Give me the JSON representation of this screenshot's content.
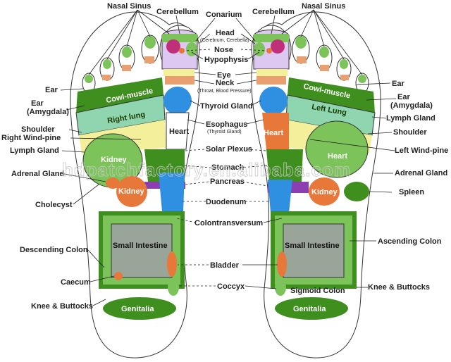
{
  "labels": {
    "nasal_sinus_left": "Nasal Sinus",
    "cerebellum_left": "Cerebellum",
    "conarium": "Conarium",
    "cerebellum_right": "Cerebellum",
    "nasal_sinus_right": "Nasal Sinus",
    "head": "Head",
    "head_sub": "(Cerebrum, Cerebella)",
    "nose": "Nose",
    "hypophysis": "Hypophysis",
    "eye": "Eye",
    "neck": "Neck",
    "neck_sub": "(Throat, Blood Pressure)",
    "ear_left": "Ear",
    "ear_amygdala_left_1": "Ear",
    "ear_amygdala_left_2": "(Amygdala)",
    "ear_right": "Ear",
    "ear_amygdala_right_1": "Ear",
    "ear_amygdala_right_2": "(Amygdala)",
    "thyroid_gland": "Thyroid Gland",
    "lymph_gland_right": "Lymph Gland",
    "shoulder_left": "Shoulder",
    "shoulder_right": "Shoulder",
    "right_wind_pine": "Right Wind-pine",
    "esophagus": "Esophagus",
    "esophagus_sub": "(Thyroid Gland)",
    "lymph_gland_left": "Lymph Gland",
    "solar_plexus": "Solar Plexus",
    "left_wind_pine": "Left Wind-pine",
    "adrenal_gland_left": "Adrenal Gland",
    "stomach": "Stomach",
    "pancreas": "Pancreas",
    "adrenal_gland_right": "Adrenal Gland",
    "spleen": "Spleen",
    "cholecyst": "Cholecyst",
    "duodenum": "Duodenum",
    "colontransversum": "Colontransversum",
    "descending_colon": "Descending Colon",
    "ascending_colon": "Ascending Colon",
    "bladder": "Bladder",
    "caecum": "Caecum",
    "coccyx": "Coccyx",
    "knee_buttocks_left": "Knee & Buttocks",
    "knee_buttocks_right": "Knee & Buttocks",
    "sigmoid_colon": "Sigmoid Colon"
  },
  "foot_regions": {
    "left_foot": {
      "cowl_muscle": "Cowl-muscle",
      "lung": "Right lung",
      "heart": "Heart",
      "kidney": "Kidney",
      "kidney2": "Kidney",
      "small_intestine": "Small Intestine",
      "genitalia": "Genitalia"
    },
    "right_foot": {
      "cowl_muscle": "Cowl-muscle",
      "lung": "Left Lung",
      "heart_small": "Heart",
      "heart_large": "Heart",
      "kidney": "Kidney",
      "small_intestine": "Small Intestine",
      "genitalia": "Genitalia"
    }
  },
  "watermark": "hdpatchfactory.en.alibaba.com",
  "colors": {
    "green_dark": "#3f8f1f",
    "green_light": "#7cc45a",
    "teal": "#8fd6b0",
    "yellow": "#f4ef9a",
    "orange": "#e8783a",
    "blue": "#2f8fe0",
    "purple": "#8b3fb0",
    "lavender": "#dcc8f0",
    "magenta": "#c0307a",
    "gray": "#9aa59a"
  }
}
